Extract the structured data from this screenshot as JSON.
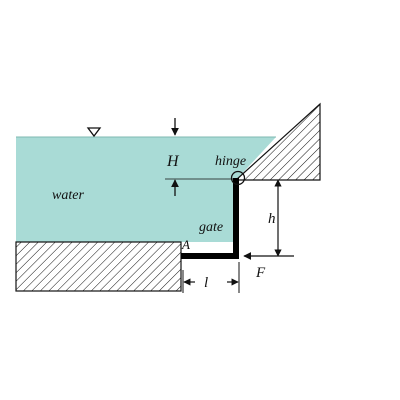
{
  "labels": {
    "water": "water",
    "hinge": "hinge",
    "gate": "gate",
    "H": "H",
    "h": "h",
    "A": "A",
    "F": "F",
    "l": "l"
  },
  "colors": {
    "water": "#a9dbd6",
    "stroke": "#111111",
    "gate": "#000000",
    "background": "#ffffff"
  },
  "icons": {
    "surface_marker": "inverted-triangle-icon",
    "hinge_pivot": "circle-icon"
  }
}
